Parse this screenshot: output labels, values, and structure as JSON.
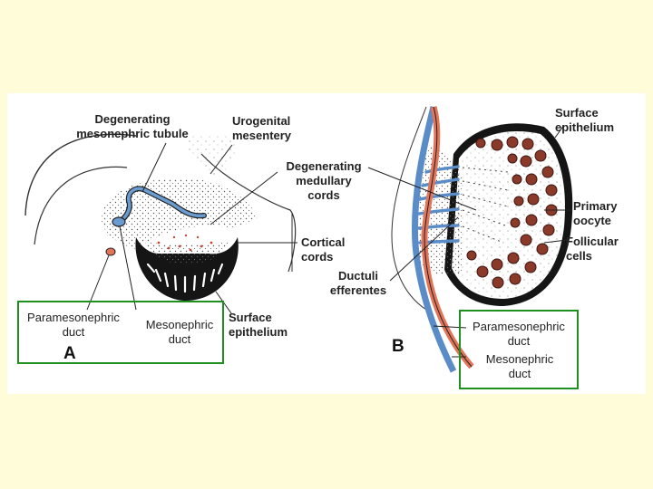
{
  "panel_a": {
    "letter": "A",
    "labels": {
      "degenerating_tubule": "Degenerating\nmesonephric tubule",
      "urogenital_mesentery": "Urogenital\nmesentery",
      "degenerating_cords": "Degenerating\nmedullary\ncords",
      "cortical_cords": "Cortical\ncords",
      "ductuli": "Ductuli\nefferentes",
      "paramesonephric": "Paramesonephric\nduct",
      "mesonephric": "Mesonephric\nduct",
      "surface_epithelium": "Surface\nepithelium"
    }
  },
  "panel_b": {
    "letter": "B",
    "labels": {
      "surface_epithelium": "Surface\nepithelium",
      "primary_oocyte": "Primary\noocyte",
      "follicular_cells": "Follicular\ncells",
      "paramesonephric": "Paramesonephric\nduct",
      "mesonephric": "Mesonephric\nduct"
    }
  },
  "colors": {
    "background": "#fffdd9",
    "highlight_box": "#1f8f1f",
    "mesonephric_duct": "#6a9bd1",
    "paramesonephric_duct": "#e2745a",
    "epithelium": "#111111",
    "oocyte": "#8b3a2a"
  }
}
